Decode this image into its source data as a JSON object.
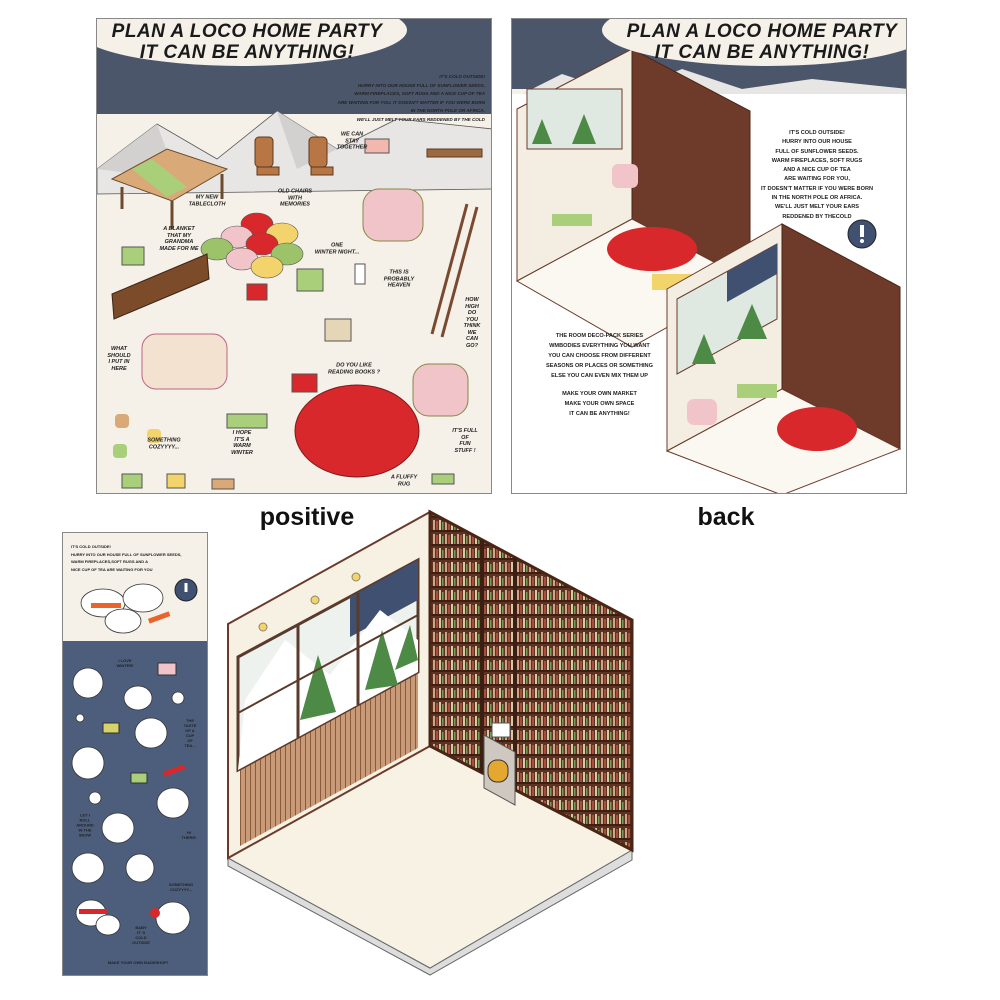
{
  "front_sheet": {
    "title_line1": "PLAN A LOCO HOME PARTY",
    "title_line2": "IT CAN BE ANYTHING!",
    "intro": "IT'S COLD OUTSIDE!\nHURRY INTO OUR HOUSE FULL OF SUNFLOWER SEEDS.\nWARM FIREPLACES, SOFT RUGS AND A NICE CUP OF TEA\nARE WAITING FOR YOU. IT DOESN'T MATTER IF YOU WERE BORN\nIN THE NORTH POLE OR AFRICA.\nWE'LL JUST MELT YOUR EARS REDDENED BY THE COLD",
    "labels": {
      "tablecloth": "MY NEW\nTABLECLOTH",
      "chairs": "OLD CHAIRS\nWITH\nMEMORIES",
      "together": "WE CAN\nSTAY\nTOGETHER",
      "blanket": "A BLANKET\nTHAT MY\nGRANDMA\nMADE FOR ME",
      "night": "ONE\nWINTER NIGHT...",
      "heaven": "THIS IS\nPROBABLY\nHEAVEN",
      "ladder": "HOW\nHIGH\nDO YOU\nTHINK\nWE\nCAN\nGO?",
      "cabinet": "WHAT\nSHOULD\nI PUT IN\nHERE",
      "books": "DO YOU LIKE\nREADING BOOKS ?",
      "cozy": "SOMETHING\nCOZYYYY...",
      "winter": "I HOPE\nIT'S A\nWARM\nWINTER",
      "fun": "IT'S FULL OF\nFUN STUFF !",
      "rug": "A FLUFFY\nRUG"
    }
  },
  "back_sheet": {
    "title_line1": "PLAN A LOCO HOME PARTY",
    "title_line2": "IT CAN BE ANYTHING!",
    "intro": "IT'S COLD OUTSIDE!\nHURRY INTO OUR HOUSE\nFULL OF SUNFLOWER SEEDS.\nWARM FIREPLACES, SOFT RUGS\nAND A NICE CUP OF TEA\nARE WAITING FOR YOU,\nIT DOESN'T MATTER IF YOU WERE BORN\nIN THE NORTH POLE OR AFRICA.\nWE'LL JUST MELT YOUR EARS\nREDDENED BY THECOLD",
    "series": "THE ROOM DECO-PACK SERIES\nWMBODIES EVERYTHING YOU WANT\nYOU CAN CHOOSE FROM DIFFERENT\nSEASONS OR PLACES OR SOMETHING\nELSE YOU CAN EVEN MIX THEM UP",
    "motto": "MAKE YOUR OWN MARKET\nMAKE YOUR OWN SPACE\nIT CAN BE ANYTHING!"
  },
  "captions": {
    "positive": "positive",
    "back": "back"
  },
  "strip": {
    "intro": "IT'S COLD OUTSIDE!\nHURRY INTO OUR HOUSE FULL OF SUNFLOWER SEEDS,\nWARM FIREPLACES,SOFT RUGS AND A\nNICE CUP OF TEA ARE WAITING FOR YOU",
    "labels": {
      "love": "I LOVE\nWINTER!",
      "taste": "THE\nTASTE\nOF A\nCUP\nOF\nTEA...",
      "roll": "LET I\nROLL\nAROUND\nIN THE\nSNOW",
      "hi": "HI\nTHERE!",
      "cozy": "SOMETHING\nCOZYYYY...",
      "baby": "BABY\nIT' S\nCOLD\nOUTSIDE",
      "footer": "MAKE YOUR OWN BADESHOP!"
    }
  },
  "colors": {
    "sky": "#4b566b",
    "paper": "#f5f0e8",
    "navy": "#4c5e7c",
    "rug_red": "#d8282c",
    "wood": "#8a5a3c",
    "pink": "#f0c4c8",
    "green": "#9cc36a"
  }
}
